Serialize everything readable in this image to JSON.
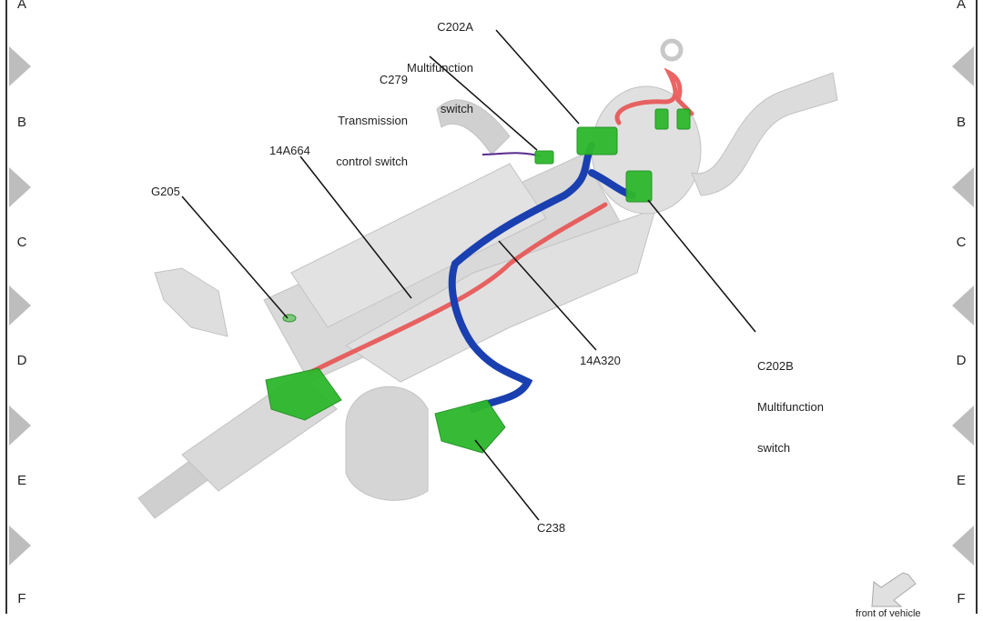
{
  "diagram": {
    "title": "Steering column wiring harness and connector locations",
    "zones": [
      "A",
      "B",
      "C",
      "D",
      "E",
      "F"
    ],
    "callouts": [
      {
        "id": "C202A",
        "lines": [
          "C202A",
          "Multifunction",
          "switch"
        ]
      },
      {
        "id": "C279",
        "lines": [
          "C279",
          "Transmission",
          "control switch"
        ]
      },
      {
        "id": "14A664",
        "lines": [
          "14A664"
        ]
      },
      {
        "id": "G205",
        "lines": [
          "G205"
        ]
      },
      {
        "id": "14A320",
        "lines": [
          "14A320"
        ]
      },
      {
        "id": "C202B",
        "lines": [
          "C202B",
          "Multifunction",
          "switch"
        ]
      },
      {
        "id": "C238",
        "lines": [
          "C238"
        ]
      }
    ],
    "orientation_label": "front of vehicle",
    "colors": {
      "harness_blue": "#1a3fb0",
      "harness_red": "#e84a4a",
      "connector_green": "#2db82d",
      "component_grey": "#d8d8d8",
      "zone_marker": "#bdbdbd"
    }
  }
}
